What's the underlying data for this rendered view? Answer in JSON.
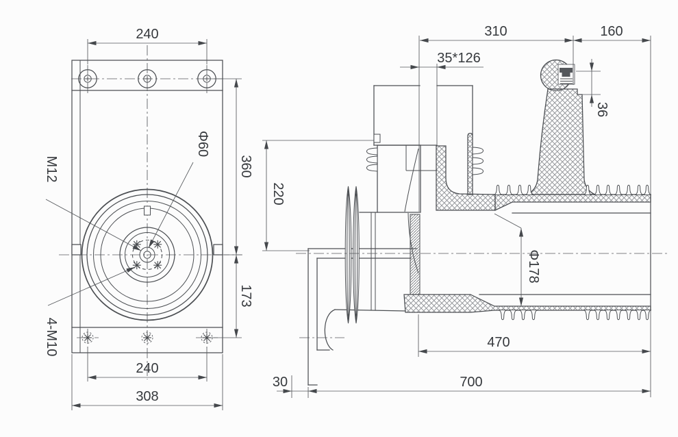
{
  "drawing": {
    "type": "engineering-drawing",
    "colors": {
      "line": "#4b4e52",
      "hatch": "#8d9094",
      "text": "#36393d",
      "background": "#fcfcfc"
    },
    "front": {
      "top_bolt_spacing": "240",
      "upper_height": "360",
      "lower_height": "173",
      "bottom_bolt_spacing": "240",
      "overall_width": "308",
      "shaft_diameter": "Φ60",
      "center_thread": "M12",
      "corner_holes": "4-M10"
    },
    "side": {
      "flange_to_terminal": "310",
      "terminal_to_end": "160",
      "busbar_slot": "35*126",
      "terminal_step": "36",
      "box_height": "220",
      "bore_diameter": "Φ178",
      "shed_length": "470",
      "overall_length": "700",
      "plate_offset": "30"
    }
  }
}
